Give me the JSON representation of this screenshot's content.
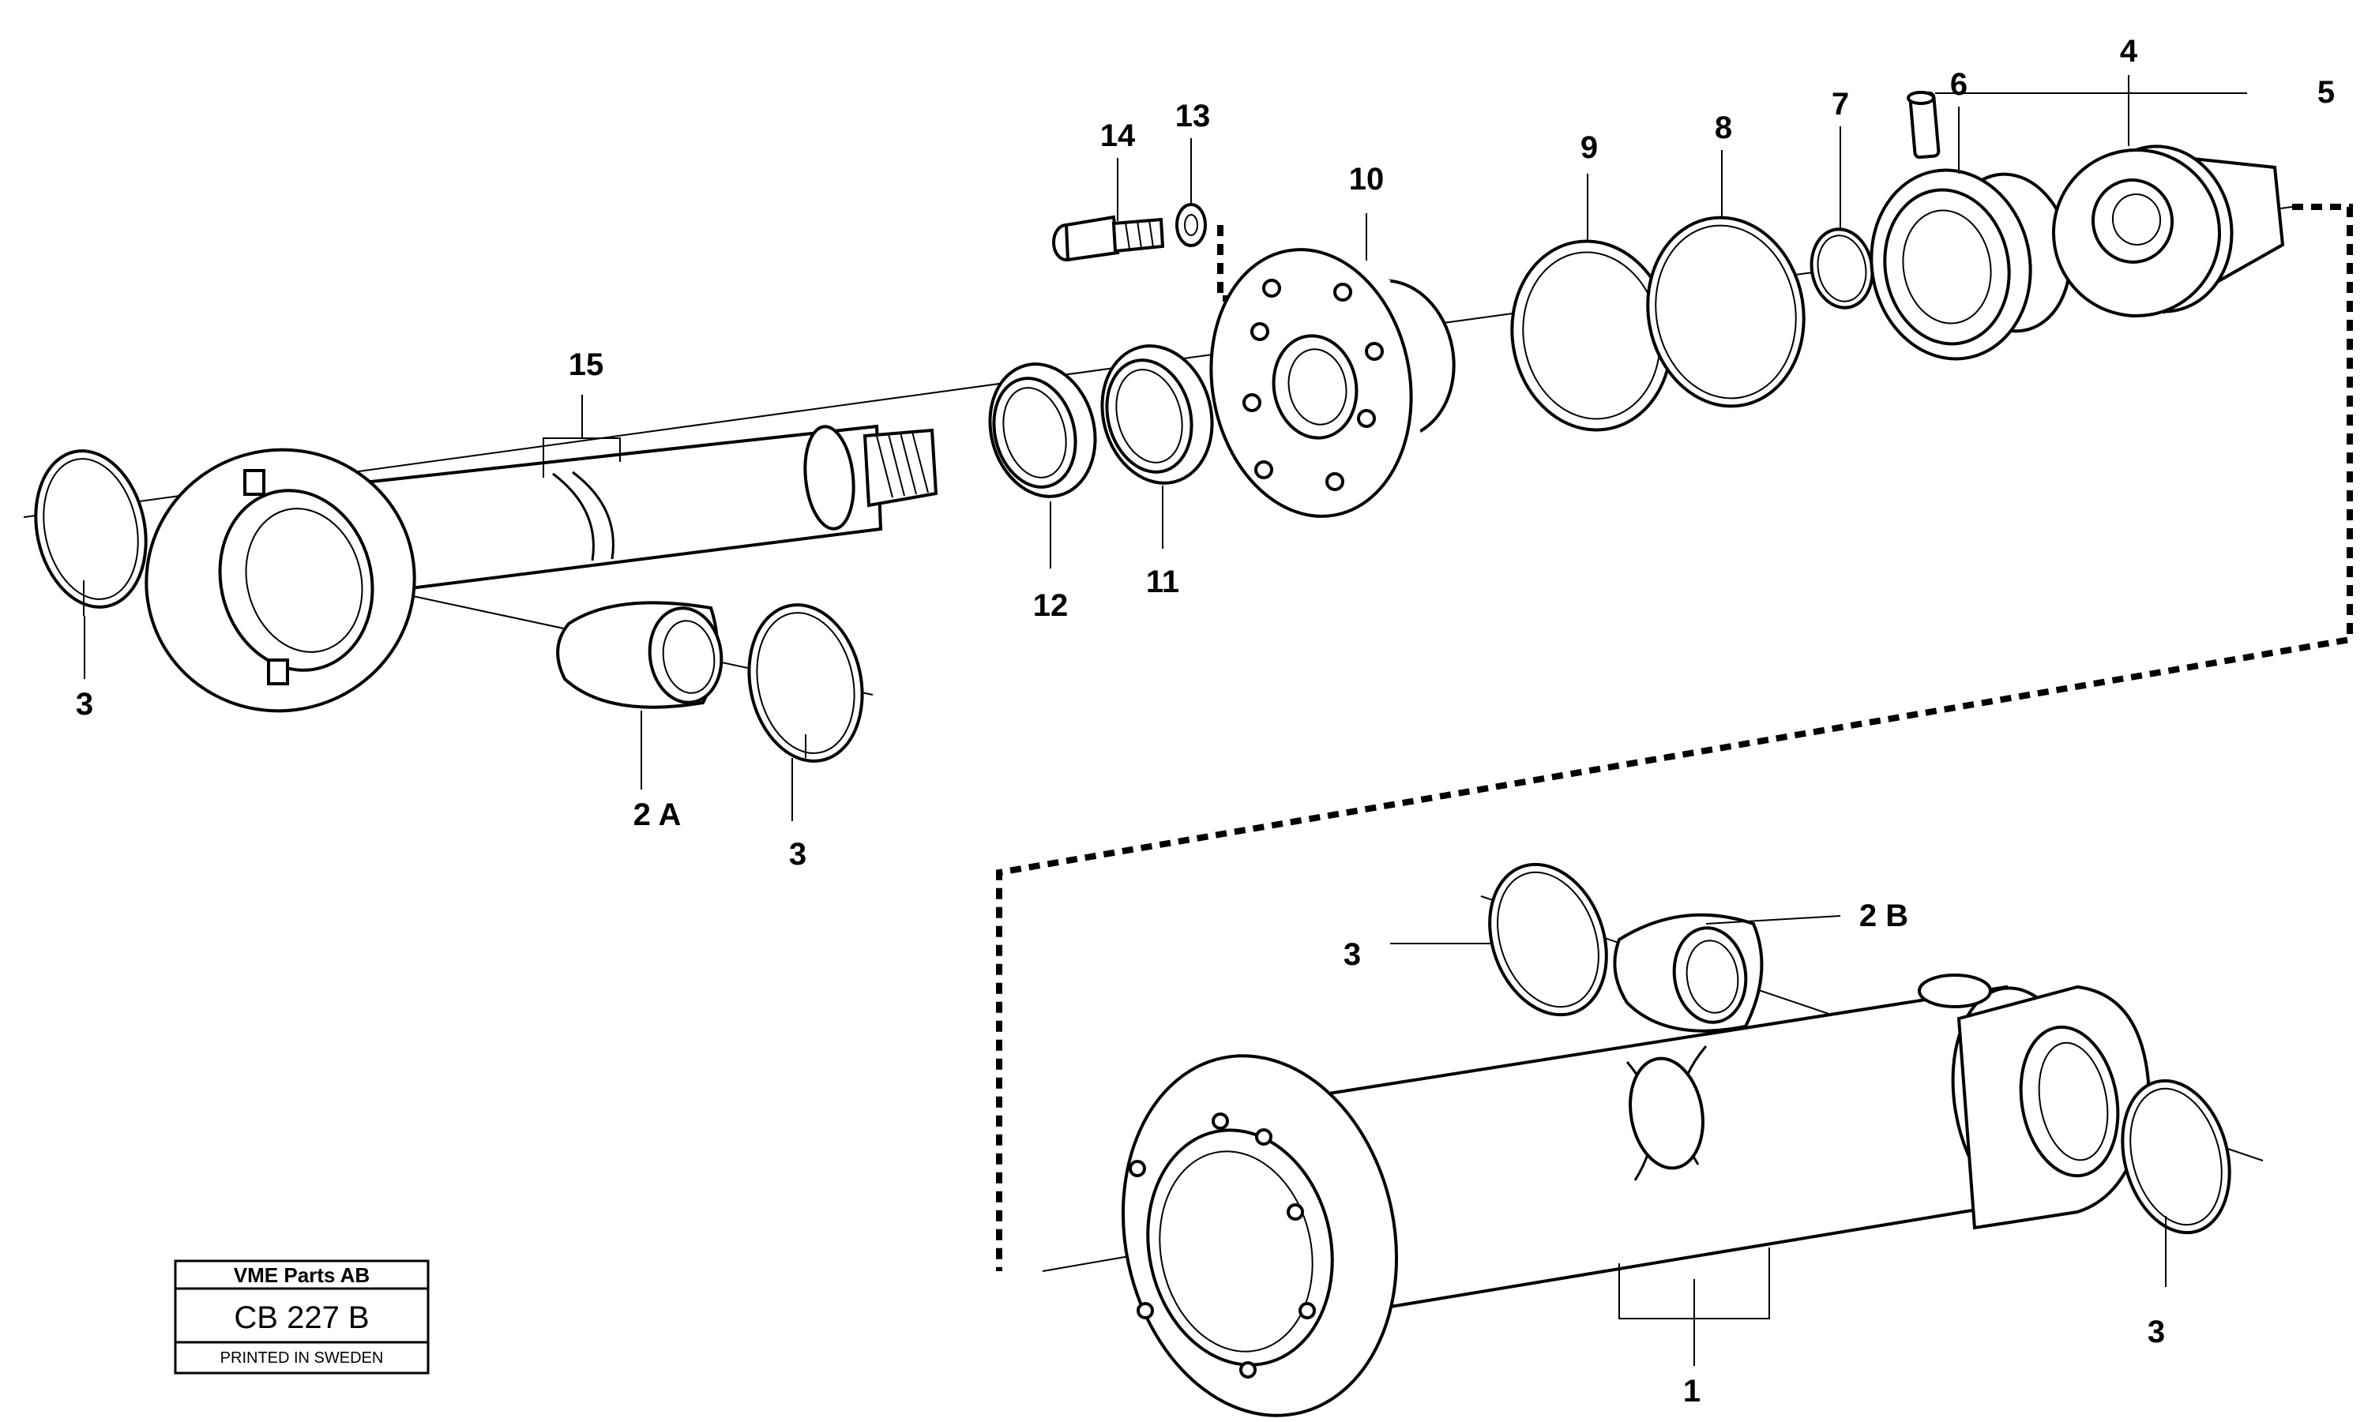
{
  "callouts": {
    "c1": "1",
    "c2a": "2 A",
    "c2b": "2 B",
    "c3_left": "3",
    "c3_mid": "3",
    "c3_lower_left": "3",
    "c3_lower_right": "3",
    "c4": "4",
    "c5": "5",
    "c6": "6",
    "c7": "7",
    "c8": "8",
    "c9": "9",
    "c10": "10",
    "c11": "11",
    "c12": "12",
    "c13": "13",
    "c14": "14",
    "c15": "15"
  },
  "stamp": {
    "company": "VME Parts AB",
    "code": "CB 227 B",
    "printed": "PRINTED IN SWEDEN"
  }
}
